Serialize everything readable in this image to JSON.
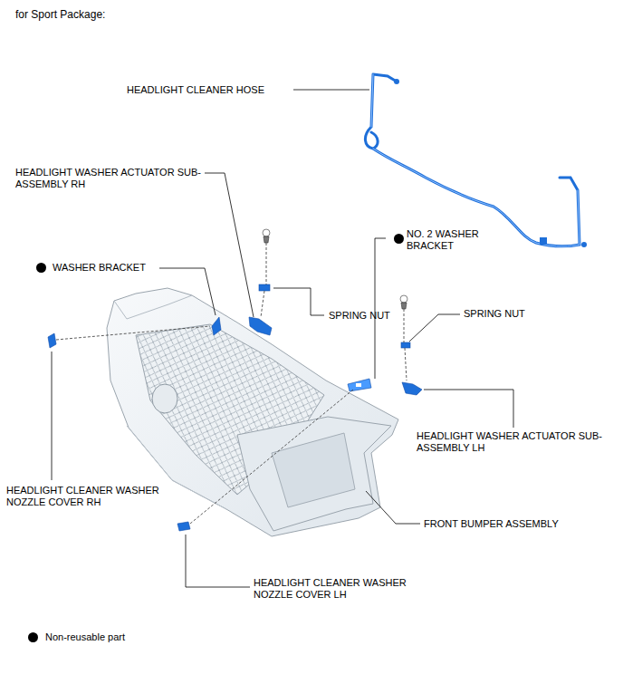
{
  "diagram": {
    "title": "for Sport Package:",
    "labels": [
      "HEADLIGHT CLEANER HOSE",
      "HEADLIGHT WASHER ACTUATOR SUB-ASSEMBLY RH",
      "NO. 2 WASHER BRACKET",
      "WASHER BRACKET",
      "SPRING NUT",
      "SPRING NUT",
      "HEADLIGHT WASHER ACTUATOR SUB-ASSEMBLY LH",
      "HEADLIGHT CLEANER WASHER NOZZLE COVER RH",
      "FRONT BUMPER ASSEMBLY",
      "HEADLIGHT CLEANER WASHER NOZZLE COVER LH"
    ],
    "legend": [
      {
        "text": "Non-reusable part"
      }
    ]
  }
}
